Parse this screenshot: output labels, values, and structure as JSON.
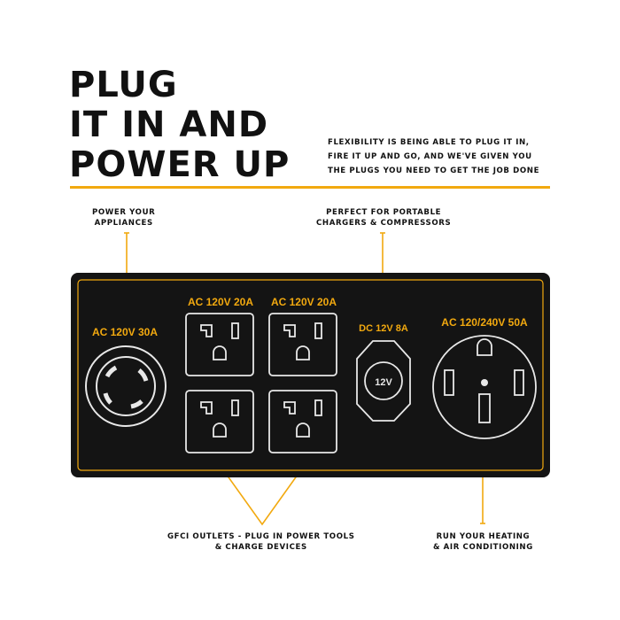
{
  "headline": {
    "line1": "PLUG",
    "line2": "IT IN AND",
    "line3": "POWER UP"
  },
  "tagline": {
    "line1": "FLEXIBILITY IS BEING ABLE TO PLUG IT IN,",
    "line2": "FIRE IT UP AND GO, AND WE'VE GIVEN YOU",
    "line3": "THE PLUGS YOU NEED TO GET THE JOB DONE"
  },
  "callouts": {
    "appliances": {
      "line1": "POWER YOUR",
      "line2": "APPLIANCES"
    },
    "portable": {
      "line1": "PERFECT FOR PORTABLE",
      "line2": "CHARGERS & COMPRESSORS"
    },
    "gfci": {
      "line1": "GFCI OUTLETS - PLUG IN POWER TOOLS",
      "line2": "& CHARGE DEVICES"
    },
    "heating": {
      "line1": "RUN YOUR HEATING",
      "line2": "& AIR CONDITIONING"
    }
  },
  "panel": {
    "twistlock_label": "AC 120V 30A",
    "duplex_left_label": "AC 120V 20A",
    "duplex_right_label": "AC 120V 20A",
    "dc_label": "DC 12V  8A",
    "dc_socket_text": "12V",
    "large_outlet_label": "AC 120/240V 50A"
  },
  "colors": {
    "accent": "#f2a90f",
    "panel": "#141414",
    "outline": "#e8e8e8",
    "text": "#111111"
  }
}
